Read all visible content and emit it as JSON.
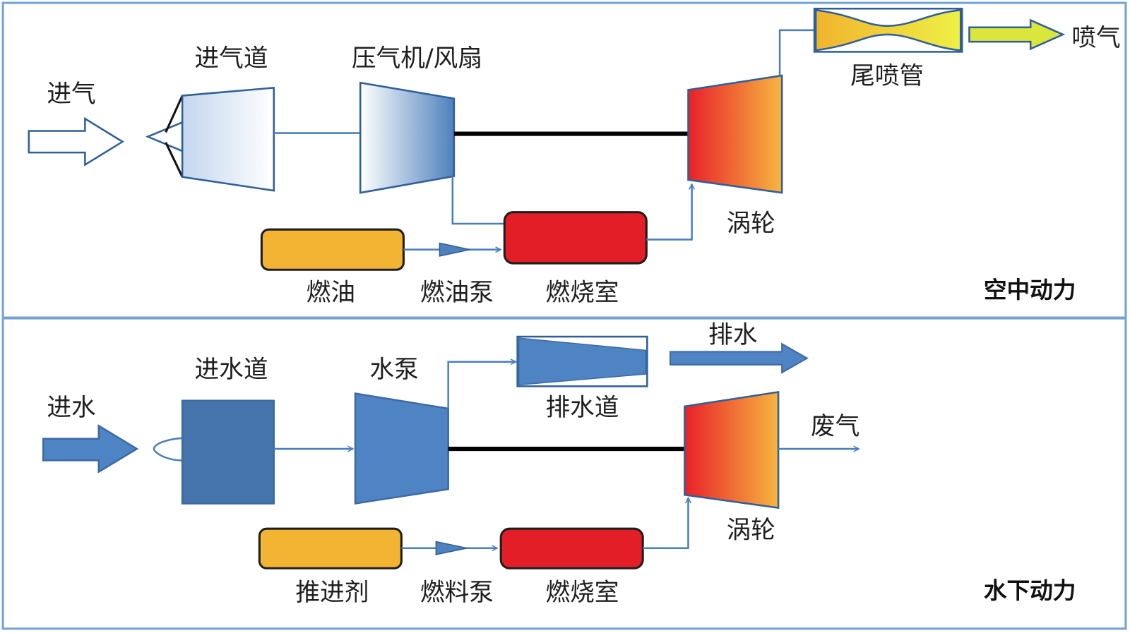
{
  "air": {
    "title": "空中动力",
    "inlet_label": "进气",
    "intake_label": "进气道",
    "compressor_label": "压气机/风扇",
    "turbine_label": "涡轮",
    "nozzle_label": "尾喷管",
    "exhaust_label": "喷气",
    "fuel_label": "燃油",
    "fuel_pump_label": "燃油泵",
    "combustor_label": "燃烧室"
  },
  "underwater": {
    "title": "水下动力",
    "inlet_label": "进水",
    "intake_label": "进水道",
    "pump_label": "水泵",
    "outlet_duct_label": "排水道",
    "outlet_label": "排水",
    "turbine_label": "涡轮",
    "exhaust_label": "废气",
    "propellant_label": "推进剂",
    "fuel_pump_label": "燃料泵",
    "combustor_label": "燃烧室"
  },
  "colors": {
    "frame": "#74a3d3",
    "flow_line": "#4a7fbf",
    "water_blue": "#4f84c4",
    "water_dark": "#4674ad",
    "light_blue": "#c4d6ee",
    "compressor_blue": "#4f81bd",
    "tank_orange": "#f3b434",
    "combustor_red": "#e31e26",
    "turbine_hot": "#e8202a",
    "turbine_warm": "#f6b640",
    "nozzle_orange": "#f0b42e",
    "nozzle_yellow": "#eef044",
    "exhaust_arrow": "#dbe63c"
  }
}
